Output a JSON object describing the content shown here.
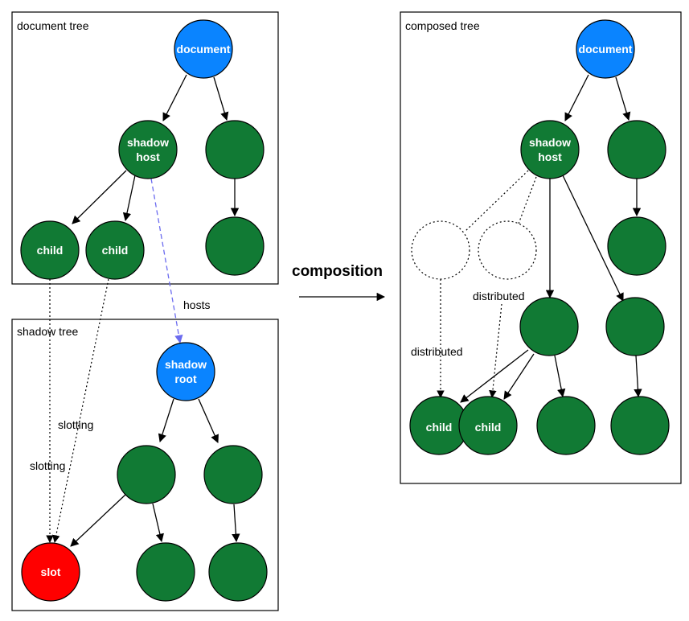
{
  "colors": {
    "document_node": "#0a84ff",
    "host_node": "#117a34",
    "slot_node": "#ff0000",
    "hosts_arrow": "#6b6bef"
  },
  "panels": {
    "document_tree": "document tree",
    "shadow_tree": "shadow tree",
    "composed_tree": "composed tree"
  },
  "nodes": {
    "document": "document",
    "shadow_host_line1": "shadow",
    "shadow_host_line2": "host",
    "shadow_root_line1": "shadow",
    "shadow_root_line2": "root",
    "child": "child",
    "slot": "slot"
  },
  "labels": {
    "hosts": "hosts",
    "slotting": "slotting",
    "composition": "composition",
    "distributed": "distributed"
  }
}
